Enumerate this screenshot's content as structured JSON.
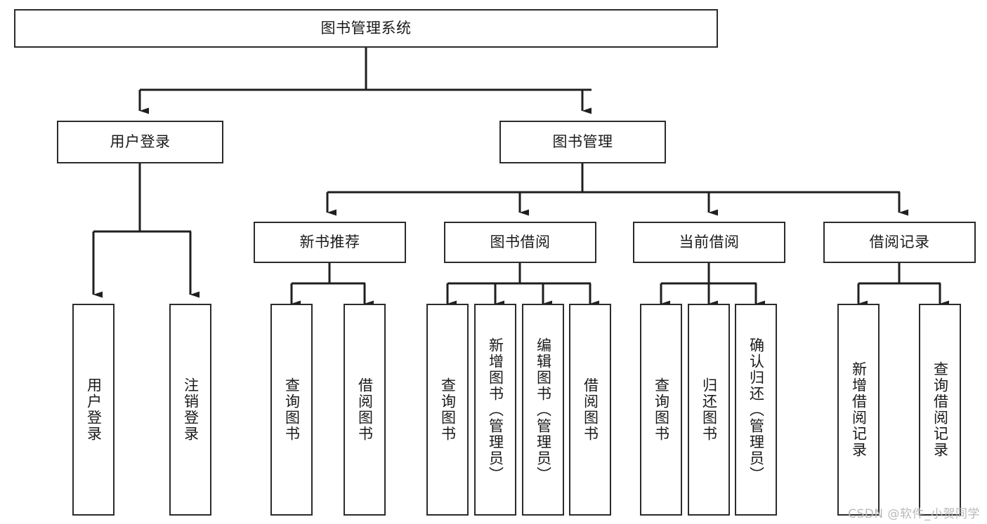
{
  "diagram": {
    "title": "图书管理系统",
    "watermark": "CSDN @软件_小贺同学",
    "colors": {
      "background": "#ffffff",
      "box_border": "#2b2b2b",
      "box_fill": "#ffffff",
      "connector": "#1f1f1f",
      "text": "#1a1a1a",
      "watermark": "#b9b9b9"
    },
    "nodes": {
      "root": "图书管理系统",
      "level2": [
        {
          "id": "user-login",
          "label": "用户登录"
        },
        {
          "id": "book-management",
          "label": "图书管理"
        }
      ],
      "level3": [
        {
          "id": "new-book-recommend",
          "label": "新书推荐"
        },
        {
          "id": "book-borrow",
          "label": "图书借阅"
        },
        {
          "id": "current-borrow",
          "label": "当前借阅"
        },
        {
          "id": "borrow-record",
          "label": "借阅记录"
        }
      ],
      "leaves": [
        {
          "id": "leaf-user-login",
          "label": "用户登录"
        },
        {
          "id": "leaf-logout-login",
          "label": "注销登录"
        },
        {
          "id": "leaf-query-book-1",
          "label": "查询图书"
        },
        {
          "id": "leaf-borrow-book-1",
          "label": "借阅图书"
        },
        {
          "id": "leaf-query-book-2",
          "label": "查询图书"
        },
        {
          "id": "leaf-add-book-admin",
          "label": "新增图书（管理员）"
        },
        {
          "id": "leaf-edit-book-admin",
          "label": "编辑图书（管理员）"
        },
        {
          "id": "leaf-borrow-book-2",
          "label": "借阅图书"
        },
        {
          "id": "leaf-query-book-3",
          "label": "查询图书"
        },
        {
          "id": "leaf-return-book",
          "label": "归还图书"
        },
        {
          "id": "leaf-confirm-return-admin",
          "label": "确认归还（管理员）"
        },
        {
          "id": "leaf-add-borrow-record",
          "label": "新增借阅记录"
        },
        {
          "id": "leaf-query-borrow-record",
          "label": "查询借阅记录"
        }
      ]
    }
  }
}
